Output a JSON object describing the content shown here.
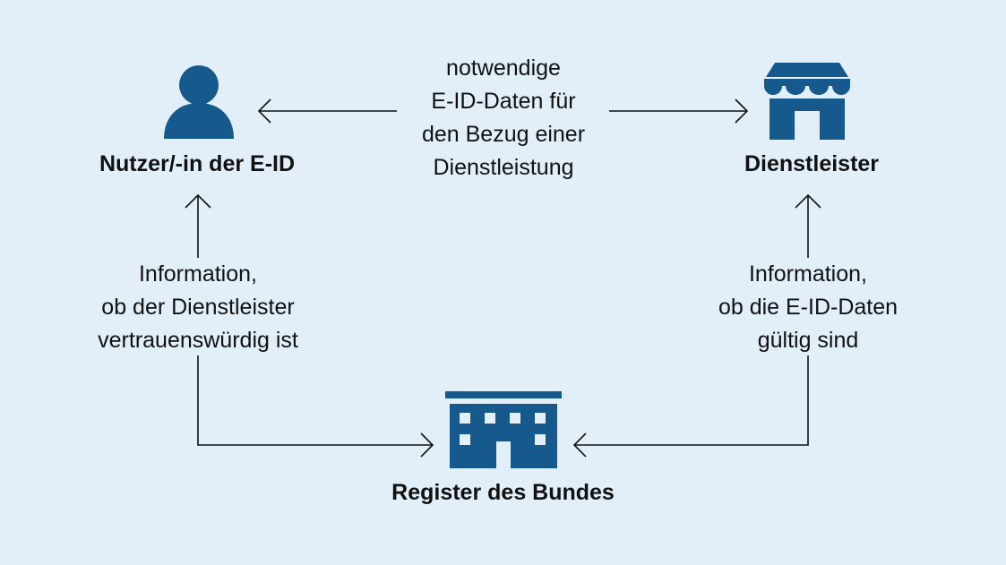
{
  "nodes": {
    "user": {
      "icon": "person-icon",
      "label": "Nutzer/-in der E-ID"
    },
    "provider": {
      "icon": "shop-icon",
      "label": "Dienstleister"
    },
    "register": {
      "icon": "government-building-icon",
      "label": "Register des Bundes"
    }
  },
  "edges": {
    "top": [
      "notwendige",
      "E-ID-Daten für",
      "den Bezug einer",
      "Dienstleistung"
    ],
    "left": [
      "Information,",
      "ob der Dienstleister",
      "vertrauenswürdig ist"
    ],
    "right": [
      "Information,",
      "ob die E-ID-Daten",
      "gültig sind"
    ]
  },
  "colors": {
    "background": "#e2eff9",
    "icon": "#15598d",
    "text": "#111111"
  }
}
